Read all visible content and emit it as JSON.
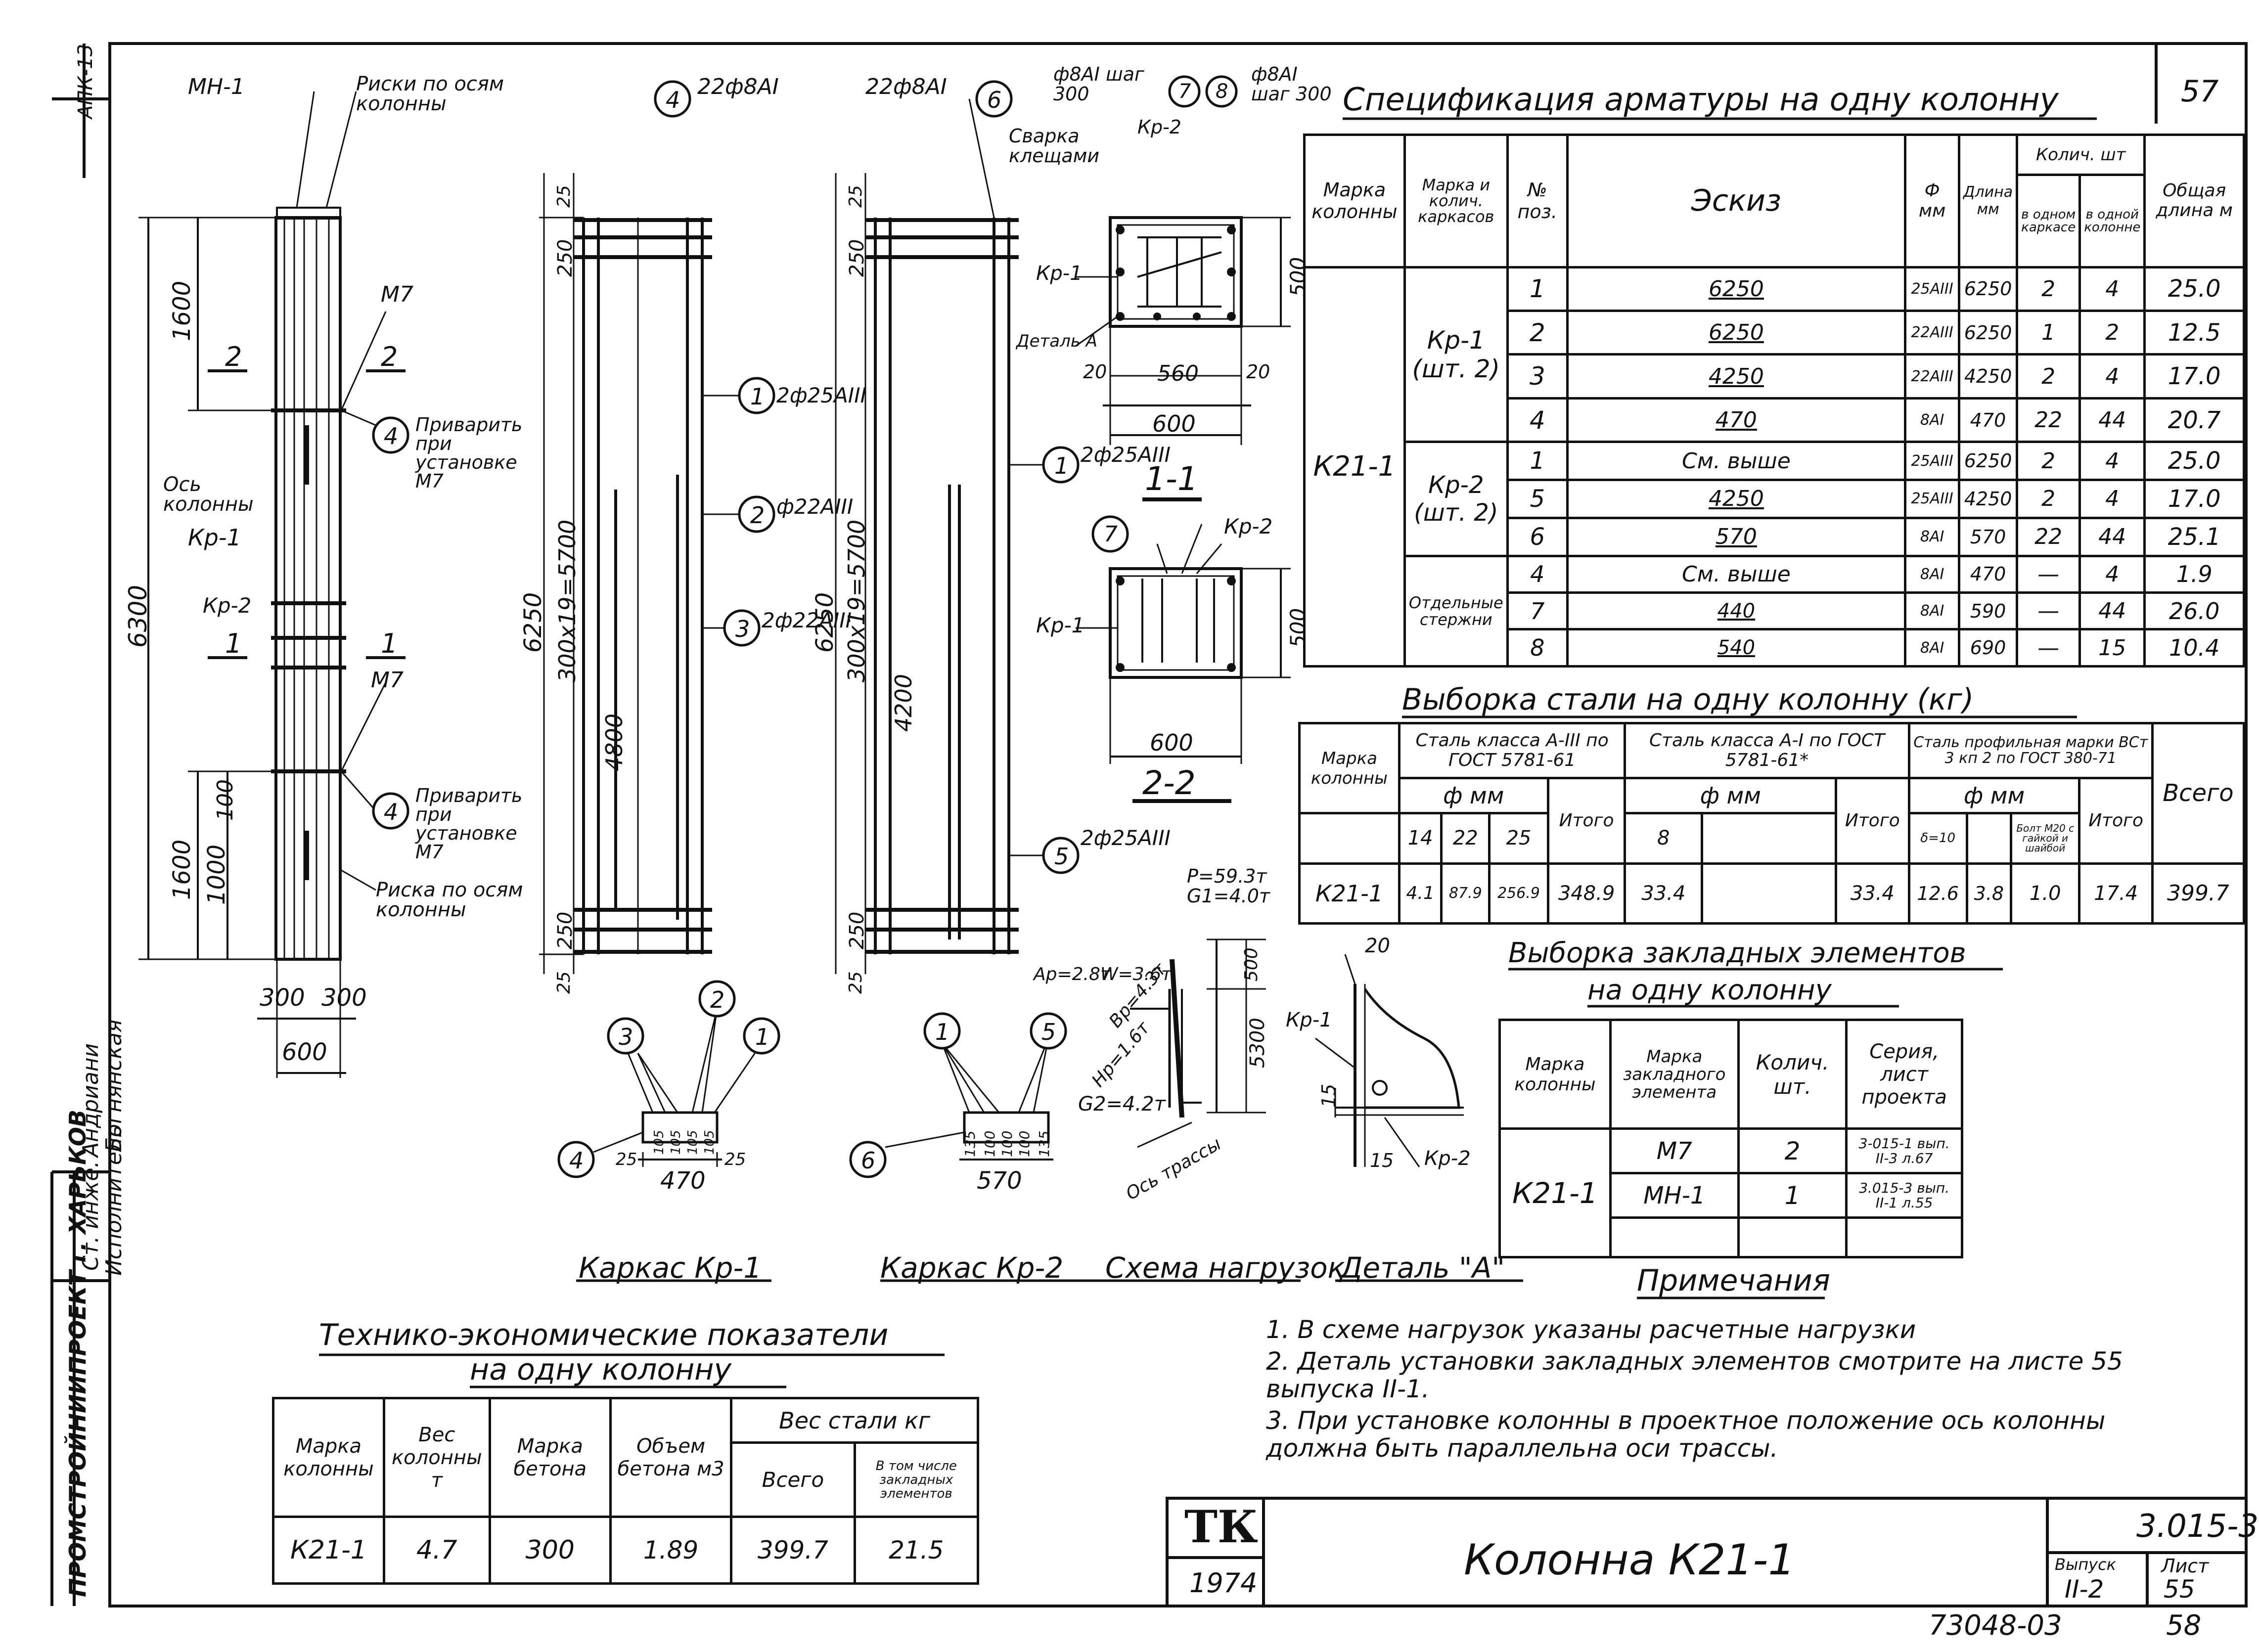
{
  "sheet": {
    "number_top": "57",
    "number_bottom": "58",
    "archive_number": "73048-03",
    "left_stamp": "ПРОМСТРОЙНИИПРОЕКТ г. ХАРЬКОВ",
    "top_left_code": "АПК-13",
    "designer_role_1": "Ст. инже.",
    "designer_name_1": "Андриани",
    "designer_role_2": "Исполнитель",
    "designer_name_2": "Богнянская"
  },
  "title_block": {
    "logo": "ТК",
    "year": "1974",
    "title": "Колонна К21-1",
    "series": "3.015-3",
    "issue_label": "Выпуск",
    "issue_value": "II-2",
    "sheet_label": "Лист",
    "sheet_value": "55"
  },
  "elevation": {
    "labels": [
      "МН-1",
      "Риски по осям колонны",
      "М7",
      "Приварить при установке М7",
      "Ось колонны",
      "Кр-1",
      "Кр-2",
      "Риска по осям колонны"
    ],
    "dims": [
      "1600",
      "6300",
      "1600",
      "1000",
      "100",
      "300",
      "300",
      "600"
    ],
    "section_marks": [
      "2",
      "2",
      "1",
      "1"
    ],
    "pos_callouts": [
      "4",
      "4"
    ]
  },
  "kr1": {
    "caption": "Каркас Кр-1",
    "top_label": "22ф8АI",
    "callouts": [
      {
        "num": "1",
        "text": "2ф25АIII"
      },
      {
        "num": "2",
        "text": "ф22АIII"
      },
      {
        "num": "3",
        "text": "2ф22АIII"
      }
    ],
    "dims": [
      "25",
      "250",
      "6250",
      "300х19=5700",
      "4800",
      "250",
      "25"
    ],
    "section_width": "470",
    "section_edges": [
      "25",
      "25"
    ],
    "section_inner": [
      "105",
      "105",
      "105",
      "105"
    ],
    "section_callouts": [
      "3",
      "2",
      "1",
      "4"
    ]
  },
  "kr2": {
    "caption": "Каркас Кр-2",
    "top_label": "22ф8АI",
    "callouts": [
      {
        "num": "1",
        "text": "2ф25АIII"
      },
      {
        "num": "5",
        "text": "2ф25АIII"
      }
    ],
    "dims": [
      "25",
      "250",
      "6250",
      "300х19=5700",
      "4200",
      "250",
      "25"
    ],
    "section_width": "570",
    "section_inner": [
      "135",
      "100",
      "100",
      "100",
      "135"
    ],
    "section_callouts": [
      "1",
      "5",
      "6"
    ]
  },
  "sections": {
    "weld_note": "Сварка клещами",
    "stirrup_7": "ф8АI шаг 300",
    "stirrup_8": "ф8АI шаг 300",
    "s11_title": "1-1",
    "s22_title": "2-2",
    "s11_dims": [
      "20",
      "560",
      "20",
      "600",
      "500"
    ],
    "s22_dims": [
      "600",
      "500"
    ],
    "labels": [
      "Кр-2",
      "Кр-1",
      "Деталь А",
      "Кр-2",
      "Кр-1"
    ]
  },
  "loads": {
    "caption": "Схема нагрузок",
    "items": [
      "P=59.3т",
      "G1=4.0т",
      "Aр=2.8т",
      "W=3.6т",
      "Bр=4.3т",
      "Hр=1.6т",
      "G2=4.2т"
    ],
    "dims": [
      "500",
      "5300"
    ],
    "axis_label": "Ось трассы"
  },
  "detail": {
    "caption": "Деталь \"А\"",
    "labels": [
      "Кр-1",
      "Кр-2"
    ],
    "dims": [
      "20",
      "15",
      "15"
    ]
  },
  "spec": {
    "title": "Спецификация арматуры на одну колонну",
    "headers": [
      "Марка колонны",
      "Марка и колич. каркасов",
      "№ поз.",
      "Эскиз",
      "Ф мм",
      "Длина мм",
      "Колич. шт",
      "в одном каркасе",
      "в одной колонне",
      "Общая длина м"
    ],
    "column": "К21-1",
    "groups": [
      {
        "name": "Кр-1 (шт. 2)",
        "rows": [
          {
            "pos": "1",
            "sketch": "6250",
            "dia": "25АIII",
            "len": "6250",
            "q1": "2",
            "q2": "4",
            "total": "25.0"
          },
          {
            "pos": "2",
            "sketch": "6250",
            "dia": "22АIII",
            "len": "6250",
            "q1": "1",
            "q2": "2",
            "total": "12.5"
          },
          {
            "pos": "3",
            "sketch": "4250",
            "dia": "22АIII",
            "len": "4250",
            "q1": "2",
            "q2": "4",
            "total": "17.0"
          },
          {
            "pos": "4",
            "sketch": "470",
            "dia": "8АI",
            "len": "470",
            "q1": "22",
            "q2": "44",
            "total": "20.7"
          }
        ]
      },
      {
        "name": "Кр-2 (шт. 2)",
        "rows": [
          {
            "pos": "1",
            "sketch": "См. выше",
            "dia": "25АIII",
            "len": "6250",
            "q1": "2",
            "q2": "4",
            "total": "25.0"
          },
          {
            "pos": "5",
            "sketch": "4250",
            "dia": "25АIII",
            "len": "4250",
            "q1": "2",
            "q2": "4",
            "total": "17.0"
          },
          {
            "pos": "6",
            "sketch": "570",
            "dia": "8АI",
            "len": "570",
            "q1": "22",
            "q2": "44",
            "total": "25.1"
          }
        ]
      },
      {
        "name": "Отдельные стержни",
        "rows": [
          {
            "pos": "4",
            "sketch": "См. выше",
            "dia": "8АI",
            "len": "470",
            "q1": "—",
            "q2": "4",
            "total": "1.9"
          },
          {
            "pos": "7",
            "sketch": "440",
            "dia": "8АI",
            "len": "590",
            "q1": "—",
            "q2": "44",
            "total": "26.0"
          },
          {
            "pos": "8",
            "sketch": "540",
            "dia": "8АI",
            "len": "690",
            "q1": "—",
            "q2": "15",
            "total": "10.4"
          }
        ]
      }
    ]
  },
  "steel": {
    "title": "Выборка стали на одну колонну (кг)",
    "h_mark": "Марка колонны",
    "h_a3": "Сталь класса А-III по ГОСТ 5781-61",
    "h_a1": "Сталь класса А-I по ГОСТ 5781-61*",
    "h_prof": "Сталь профильная марки ВСт 3 кп 2 по ГОСТ 380-71",
    "h_dia": "ф мм",
    "h_total": "Итого",
    "h_grand": "Всего",
    "d_a3": [
      "14",
      "22",
      "25"
    ],
    "d_a1": [
      "8"
    ],
    "d_prof": [
      "δ=10",
      "",
      "Болт М20 с гайкой и шайбой"
    ],
    "row": {
      "mark": "К21-1",
      "a3": [
        "4.1",
        "87.9",
        "256.9"
      ],
      "a3_total": "348.9",
      "a1": [
        "33.4"
      ],
      "a1_total": "33.4",
      "prof": [
        "12.6",
        "3.8",
        "1.0"
      ],
      "prof_total": "17.4",
      "grand": "399.7"
    }
  },
  "embedded": {
    "title_1": "Выборка закладных элементов",
    "title_2": "на одну колонну",
    "headers": [
      "Марка колонны",
      "Марка закладного элемента",
      "Колич. шт.",
      "Серия, лист проекта"
    ],
    "column": "К21-1",
    "rows": [
      {
        "mark": "М7",
        "qty": "2",
        "ref": "3-015-1 вып. II-3 л.67"
      },
      {
        "mark": "МН-1",
        "qty": "1",
        "ref": "3.015-3 вып. II-1 л.55"
      }
    ]
  },
  "notes": {
    "title": "Примечания",
    "items": [
      "1. В схеме нагрузок указаны расчетные нагрузки",
      "2. Деталь установки закладных элементов смотрите на листе 55 выпуска II-1.",
      "3. При установке колонны в проектное положение ось колонны должна быть параллельна оси трассы."
    ]
  },
  "tep": {
    "title_1": "Технико-экономические показатели",
    "title_2": "на одну колонну",
    "headers": [
      "Марка колонны",
      "Вес колонны т",
      "Марка бетона",
      "Объем бетона м3",
      "Вес стали кг",
      "Всего",
      "В том числе закладных элементов"
    ],
    "row": {
      "mark": "К21-1",
      "weight": "4.7",
      "concrete": "300",
      "volume": "1.89",
      "steel": "399.7",
      "embedded": "21.5"
    }
  }
}
